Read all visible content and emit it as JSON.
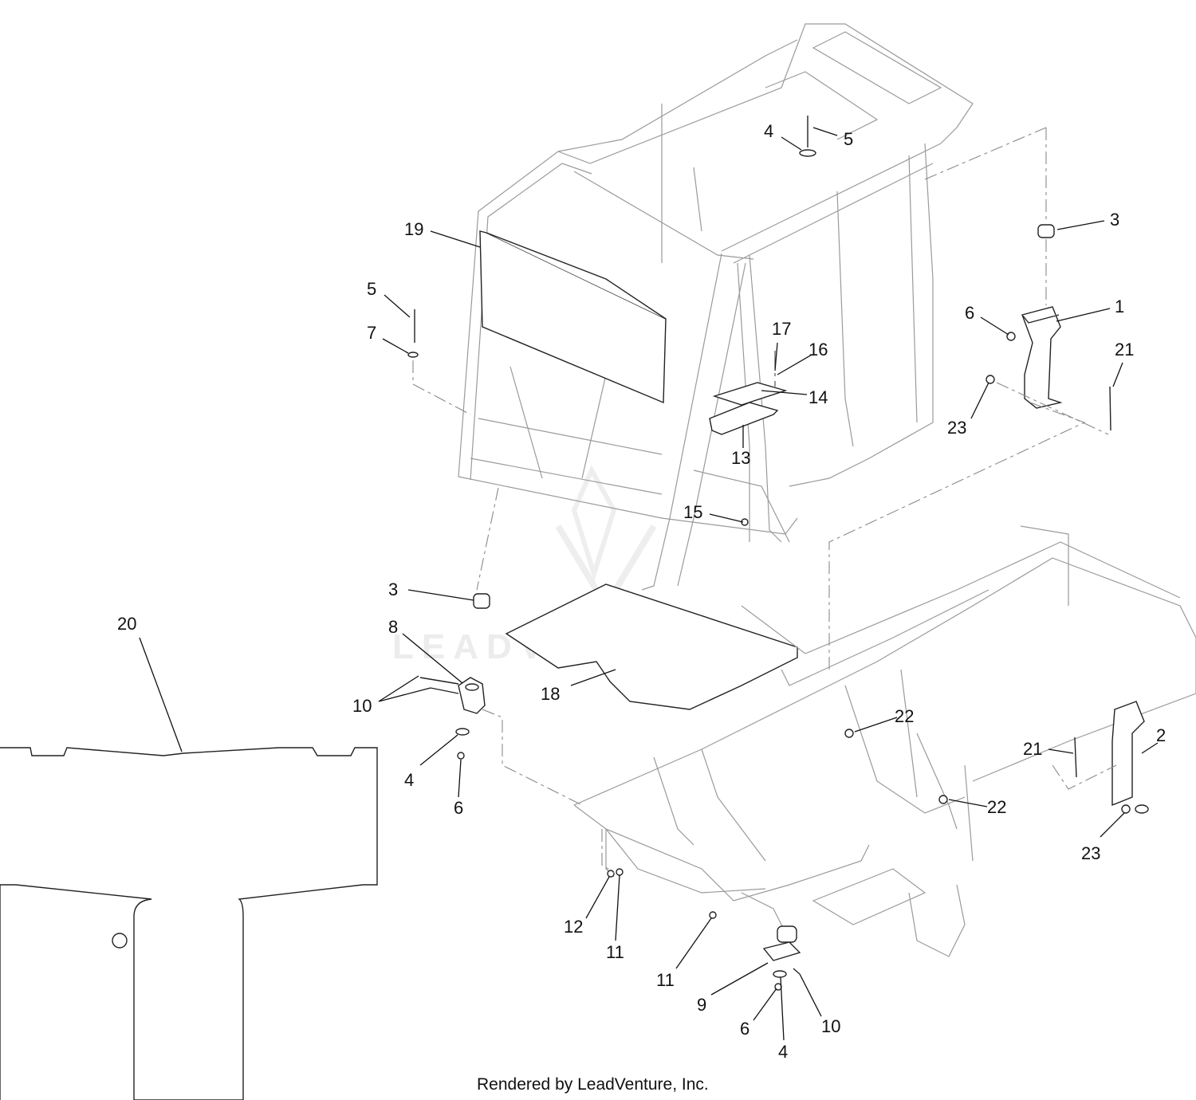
{
  "watermark": "LEADVENTURE",
  "footer": "Rendered by LeadVenture, Inc.",
  "callouts": [
    {
      "label": "4"
    },
    {
      "label": "5"
    },
    {
      "label": "3"
    },
    {
      "label": "19"
    },
    {
      "label": "5"
    },
    {
      "label": "7"
    },
    {
      "label": "6"
    },
    {
      "label": "1"
    },
    {
      "label": "17"
    },
    {
      "label": "16"
    },
    {
      "label": "21"
    },
    {
      "label": "14"
    },
    {
      "label": "23"
    },
    {
      "label": "13"
    },
    {
      "label": "15"
    },
    {
      "label": "3"
    },
    {
      "label": "20"
    },
    {
      "label": "8"
    },
    {
      "label": "18"
    },
    {
      "label": "10"
    },
    {
      "label": "22"
    },
    {
      "label": "2"
    },
    {
      "label": "21"
    },
    {
      "label": "4"
    },
    {
      "label": "6"
    },
    {
      "label": "22"
    },
    {
      "label": "23"
    },
    {
      "label": "12"
    },
    {
      "label": "11"
    },
    {
      "label": "11"
    },
    {
      "label": "9"
    },
    {
      "label": "10"
    },
    {
      "label": "6"
    },
    {
      "label": "4"
    }
  ],
  "colors": {
    "line": "#111111",
    "ghost": "#9a9a9a",
    "watermark": "#ececec"
  }
}
